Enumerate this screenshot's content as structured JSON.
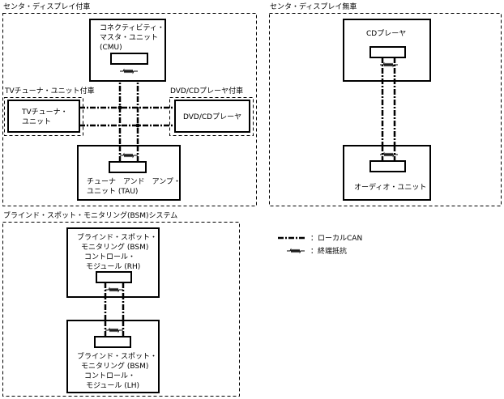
{
  "groups": {
    "center_display": {
      "label": "センタ・ディスプレイ付車",
      "cmu": [
        "コネクティビティ・",
        "マスタ・ユニット",
        "(CMU)"
      ],
      "tv_group_label": "TVチューナ・ユニット付車",
      "tv": [
        "TVチューナ・",
        "ユニット"
      ],
      "dvd_group_label": "DVD/CDプレーヤ付車",
      "dvd": "DVD/CDプレーヤ",
      "tau": [
        "チューナ　アンド　アンプ・",
        "ユニット (TAU)"
      ]
    },
    "no_display": {
      "label": "センタ・ディスプレイ無車",
      "cd": "CDプレーヤ",
      "audio": "オーディオ・ユニット"
    },
    "bsm": {
      "label": "ブラインド・スポット・モニタリング(BSM)システム",
      "rh": [
        "ブラインド・スポット・",
        "モニタリング (BSM)",
        "コントロール・",
        "モジュール (RH)"
      ],
      "lh": [
        "ブラインド・スポット・",
        "モニタリング (BSM)",
        "コントロール・",
        "モジュール (LH)"
      ]
    }
  },
  "legend": {
    "can": "：ローカルCAN",
    "resistor": "：終端抵抗"
  }
}
